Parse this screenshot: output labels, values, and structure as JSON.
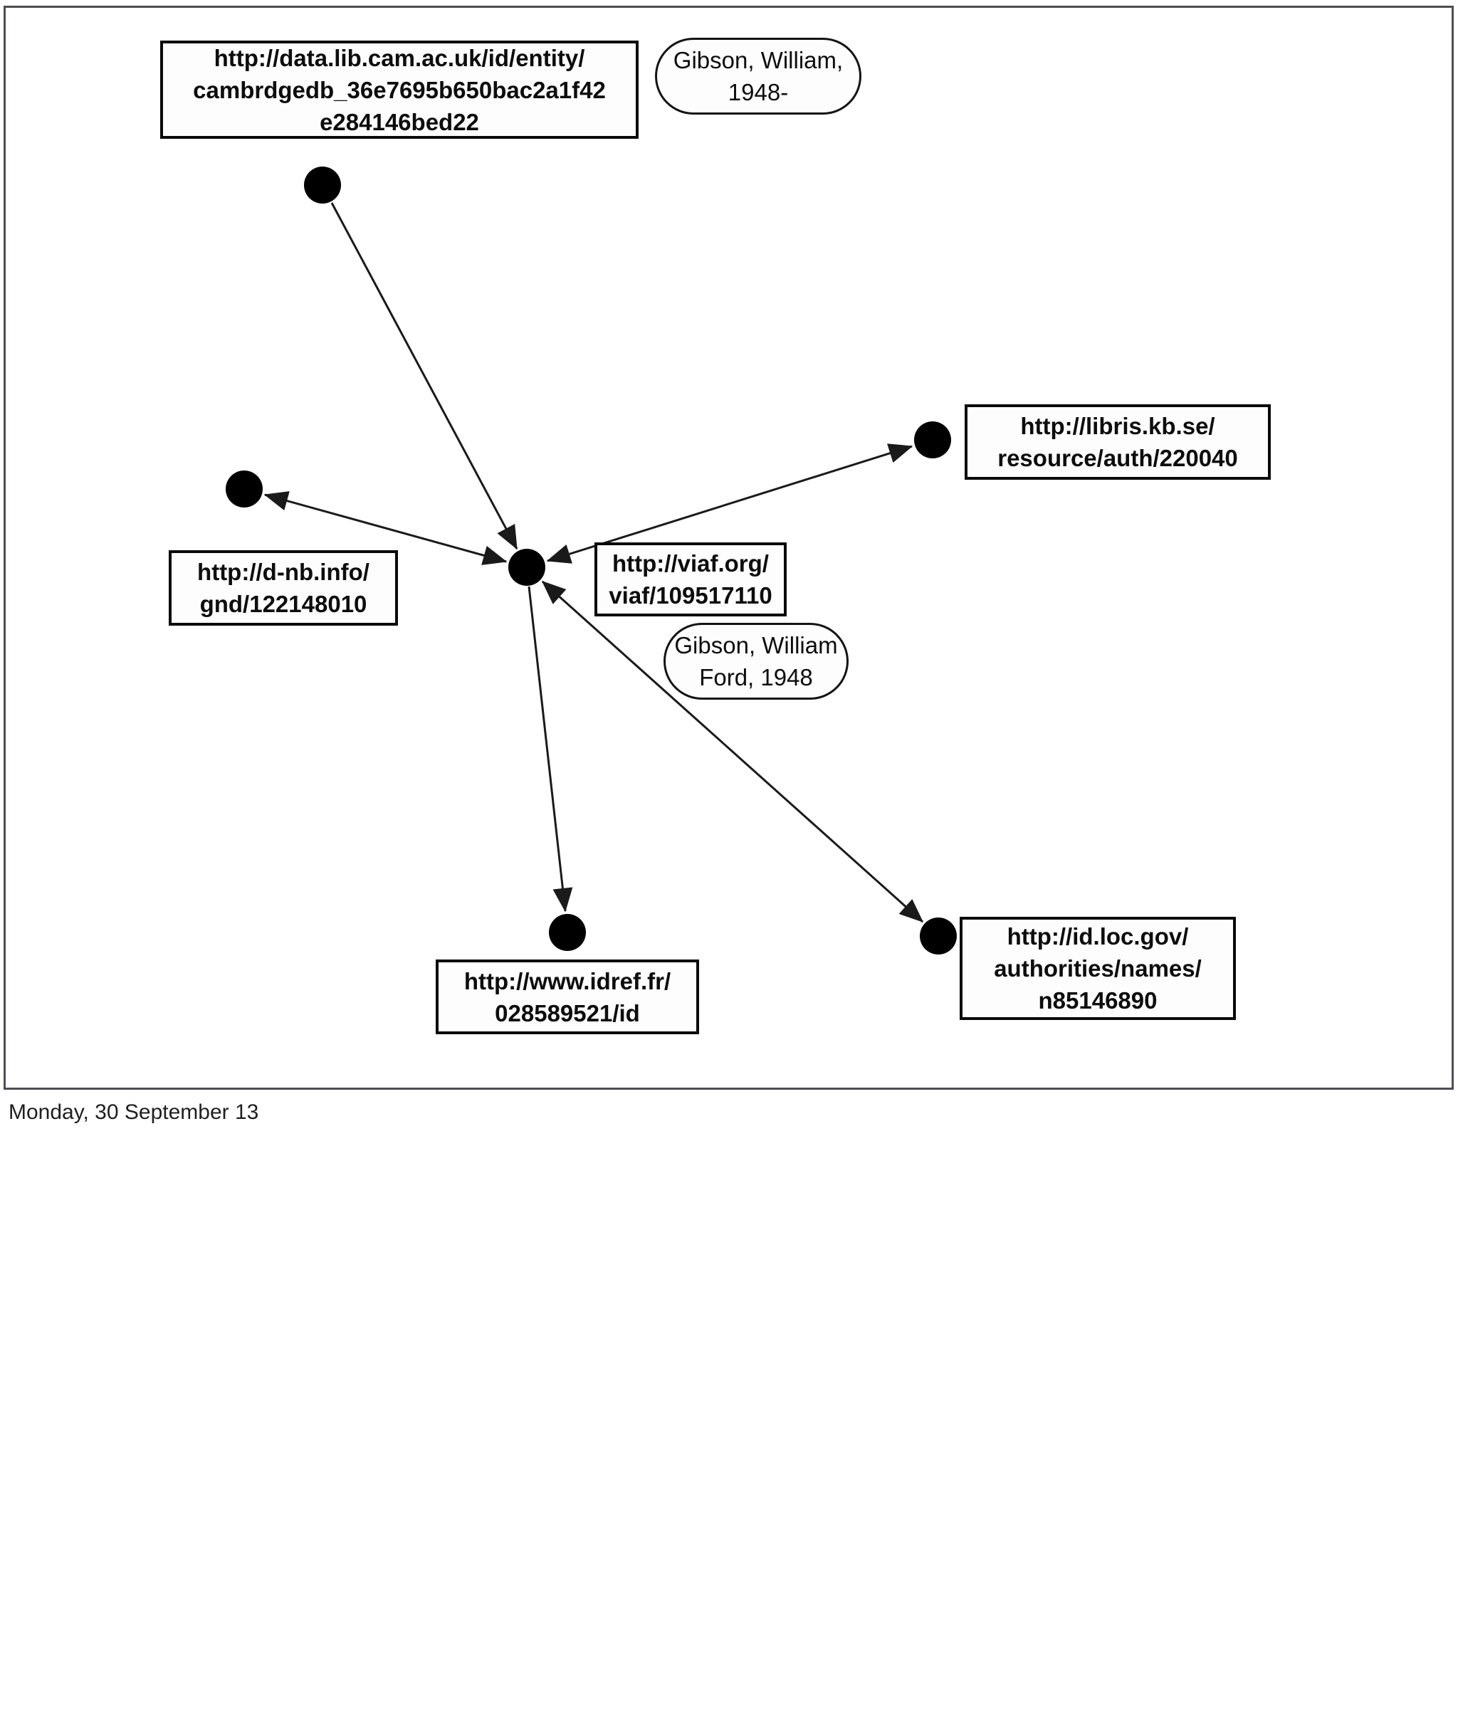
{
  "slide": {
    "footer": "Monday, 30 September 13"
  },
  "diagram": {
    "type": "node-link-graph",
    "nodes": {
      "cam": {
        "uri": "http://data.lib.cam.ac.uk/id/entity/cambrdgedb_36e7695b650bac2a1f42e284146bed22",
        "lines": [
          "http://data.lib.cam.ac.uk/id/entity/",
          "cambrdgedb_36e7695b650bac2a1f42",
          "e284146bed22"
        ]
      },
      "viaf": {
        "uri": "http://viaf.org/viaf/109517110",
        "lines": [
          "http://viaf.org/",
          "viaf/109517110"
        ]
      },
      "dnb": {
        "uri": "http://d-nb.info/gnd/122148010",
        "lines": [
          "http://d-nb.info/",
          "gnd/122148010"
        ]
      },
      "libris": {
        "uri": "http://libris.kb.se/resource/auth/220040",
        "lines": [
          "http://libris.kb.se/",
          "resource/auth/220040"
        ]
      },
      "idref": {
        "uri": "http://www.idref.fr/028589521/id",
        "lines": [
          "http://www.idref.fr/",
          "028589521/id"
        ]
      },
      "loc": {
        "uri": "http://id.loc.gov/authorities/names/n85146890",
        "lines": [
          "http://id.loc.gov/",
          "authorities/names/",
          "n85146890"
        ]
      }
    },
    "name_labels": {
      "gibson_1948": {
        "lines": [
          "Gibson, William,",
          "1948-"
        ]
      },
      "gibson_ford": {
        "lines": [
          "Gibson, William",
          "Ford, 1948"
        ]
      }
    },
    "edges": [
      {
        "from": "cam",
        "to": "viaf",
        "arrowheads": "end"
      },
      {
        "from": "dnb",
        "to": "viaf",
        "arrowheads": "both"
      },
      {
        "from": "libris",
        "to": "viaf",
        "arrowheads": "both"
      },
      {
        "from": "loc",
        "to": "viaf",
        "arrowheads": "both"
      },
      {
        "from": "viaf",
        "to": "idref",
        "arrowheads": "end"
      }
    ],
    "colors": {
      "node_fill": "#000000",
      "edge": "#1a1a1a",
      "uri_box_border": "#0a0a0a",
      "oval_border": "#141414",
      "frame_border": "#4d4d55",
      "background": "#ffffff",
      "text": "#0d0d0d"
    }
  }
}
